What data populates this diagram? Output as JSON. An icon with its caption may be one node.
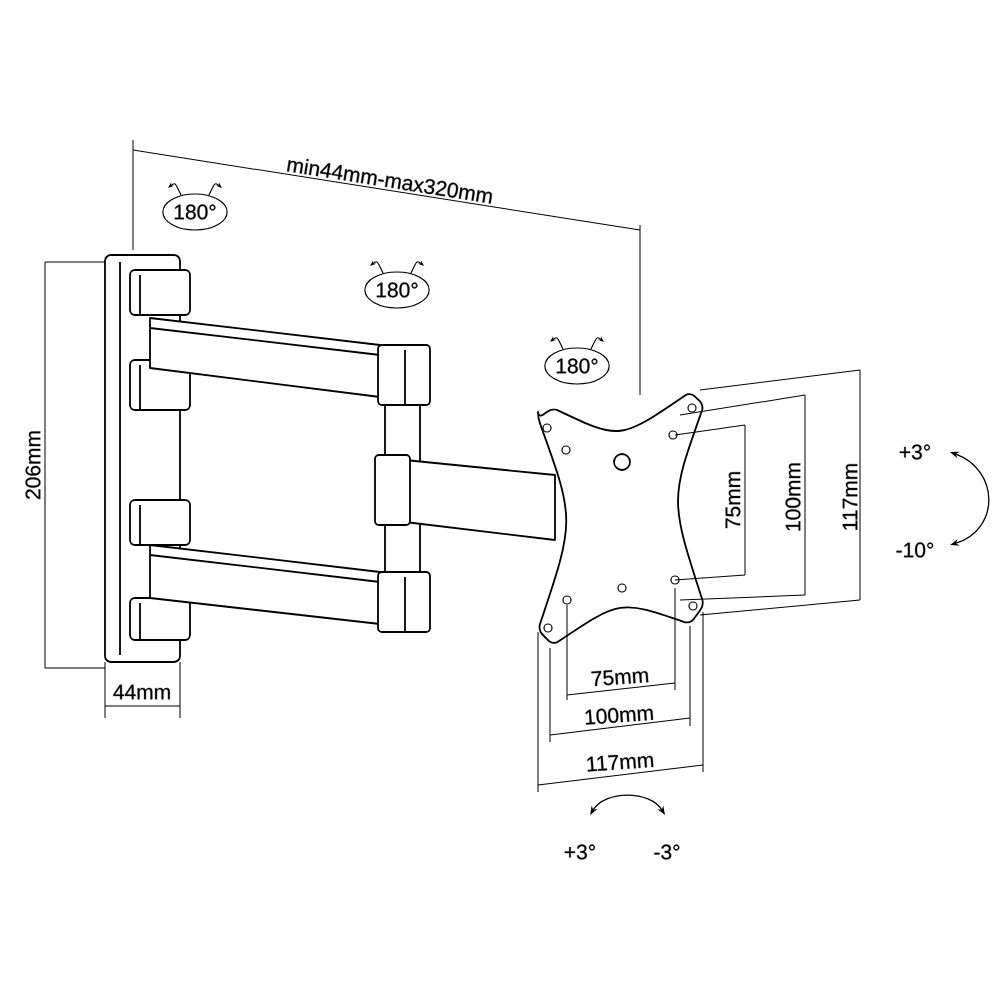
{
  "diagram": {
    "nodes": [
      {
        "text": [
          "180°"
        ]
      },
      {
        "text": [
          "180°"
        ]
      },
      {
        "text": [
          "180°"
        ]
      }
    ],
    "labels": [
      "min44mm-max320mm",
      "206mm",
      "+3°",
      "75mm",
      "100mm",
      "117mm",
      "-10°",
      "44mm",
      "75mm",
      "100mm",
      "117mm",
      "+3°",
      "-3°"
    ]
  }
}
